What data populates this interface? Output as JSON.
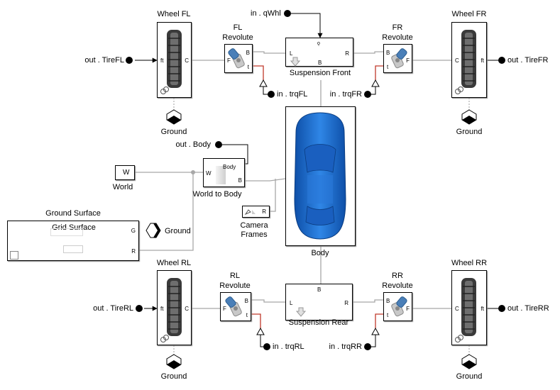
{
  "wheels": {
    "fl": {
      "title": "Wheel FL",
      "port_ft": "ft",
      "port_c": "C",
      "out": "out . TireFL",
      "ground": "Ground"
    },
    "fr": {
      "title": "Wheel FR",
      "port_ft": "ft",
      "port_c": "C",
      "out": "out . TireFR",
      "ground": "Ground"
    },
    "rl": {
      "title": "Wheel RL",
      "port_ft": "ft",
      "port_c": "C",
      "out": "out . TireRL",
      "ground": "Ground"
    },
    "rr": {
      "title": "Wheel RR",
      "port_ft": "ft",
      "port_c": "C",
      "out": "out . TireRR",
      "ground": "Ground"
    }
  },
  "revolutes": {
    "fl": {
      "title_line1": "FL",
      "title_line2": "Revolute",
      "port_b": "B",
      "port_f": "F",
      "port_t": "t",
      "input": "in . trqFL"
    },
    "fr": {
      "title_line1": "FR",
      "title_line2": "Revolute",
      "port_b": "B",
      "port_f": "F",
      "port_t": "t",
      "input": "in . trqFR"
    },
    "rl": {
      "title_line1": "RL",
      "title_line2": "Revolute",
      "port_b": "B",
      "port_f": "F",
      "port_t": "t",
      "input": "in . trqRL"
    },
    "rr": {
      "title_line1": "RR",
      "title_line2": "Revolute",
      "port_b": "B",
      "port_f": "F",
      "port_t": "t",
      "input": "in . trqRR"
    }
  },
  "suspension_front": {
    "label": "Suspension Front",
    "port_l": "L",
    "port_r": "R",
    "port_b": "B",
    "input": "in . qWhl"
  },
  "suspension_rear": {
    "label": "Suspension Rear",
    "port_l": "L",
    "port_r": "R",
    "port_b": "B"
  },
  "body": {
    "label": "Body",
    "out": "out . Body"
  },
  "world": {
    "block_text": "W",
    "label": "World"
  },
  "world_to_body": {
    "label": "World to Body",
    "port_w": "W",
    "port_body": "Body",
    "port_b": "B"
  },
  "camera_frames": {
    "label_line1": "Camera",
    "label_line2": "Frames",
    "port_r": "R"
  },
  "ground_surface": {
    "title": "Ground Surface",
    "inner_title": "Grid Surface",
    "port_g": "G",
    "port_r": "R",
    "ground": "Ground"
  },
  "colors": {
    "car_body": "#1d6ed1",
    "wire": "#a8a8a8",
    "signal": "#000000",
    "physical_torque": "#c0392b"
  }
}
